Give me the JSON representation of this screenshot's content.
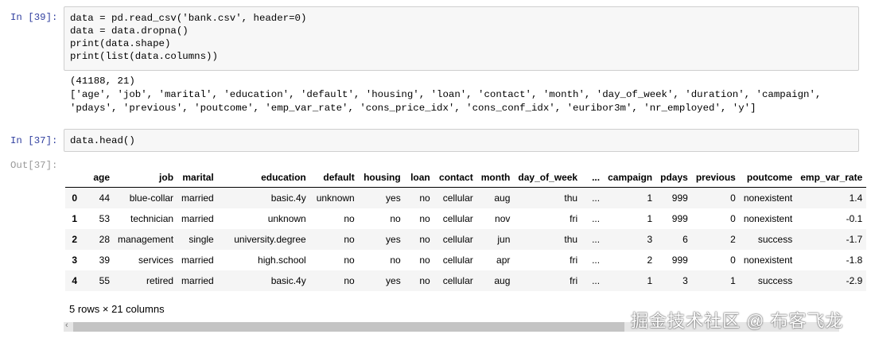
{
  "cells": [
    {
      "prompt": "In [39]:",
      "code": [
        "data = pd.read_csv('bank.csv', header=0)",
        "data = data.dropna()",
        "print(data.shape)",
        "print(list(data.columns))"
      ],
      "output": [
        "(41188, 21)",
        "['age', 'job', 'marital', 'education', 'default', 'housing', 'loan', 'contact', 'month', 'day_of_week', 'duration', 'campaign',",
        "'pdays', 'previous', 'poutcome', 'emp_var_rate', 'cons_price_idx', 'cons_conf_idx', 'euribor3m', 'nr_employed', 'y']"
      ]
    },
    {
      "prompt": "In [37]:",
      "code": [
        "data.head()"
      ],
      "out_prompt": "Out[37]:"
    }
  ],
  "table": {
    "columns": [
      "",
      "age",
      "job",
      "marital",
      "education",
      "default",
      "housing",
      "loan",
      "contact",
      "month",
      "day_of_week",
      "...",
      "campaign",
      "pdays",
      "previous",
      "poutcome",
      "emp_var_rate"
    ],
    "rows": [
      [
        "0",
        "44",
        "blue-collar",
        "married",
        "basic.4y",
        "unknown",
        "yes",
        "no",
        "cellular",
        "aug",
        "thu",
        "...",
        "1",
        "999",
        "0",
        "nonexistent",
        "1.4"
      ],
      [
        "1",
        "53",
        "technician",
        "married",
        "unknown",
        "no",
        "no",
        "no",
        "cellular",
        "nov",
        "fri",
        "...",
        "1",
        "999",
        "0",
        "nonexistent",
        "-0.1"
      ],
      [
        "2",
        "28",
        "management",
        "single",
        "university.degree",
        "no",
        "yes",
        "no",
        "cellular",
        "jun",
        "thu",
        "...",
        "3",
        "6",
        "2",
        "success",
        "-1.7"
      ],
      [
        "3",
        "39",
        "services",
        "married",
        "high.school",
        "no",
        "no",
        "no",
        "cellular",
        "apr",
        "fri",
        "...",
        "2",
        "999",
        "0",
        "nonexistent",
        "-1.8"
      ],
      [
        "4",
        "55",
        "retired",
        "married",
        "basic.4y",
        "no",
        "yes",
        "no",
        "cellular",
        "aug",
        "fri",
        "...",
        "1",
        "3",
        "1",
        "success",
        "-2.9"
      ]
    ],
    "summary": "5 rows × 21 columns"
  },
  "watermark": "掘金技术社区 @ 布客飞龙"
}
